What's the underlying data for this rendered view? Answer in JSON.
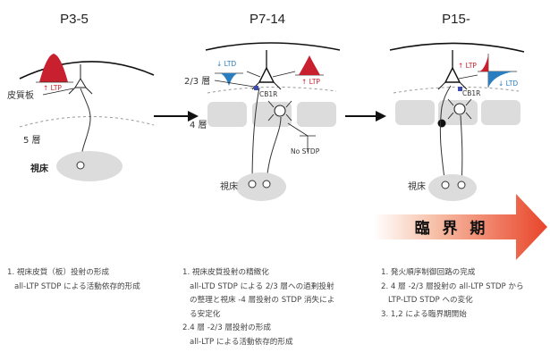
{
  "stages": [
    {
      "title": "P3-5",
      "labels": {
        "cortex_plate": "皮質板",
        "layer5": "5 層",
        "thalamus": "視床",
        "ltp": "↑ LTP"
      }
    },
    {
      "title": "P7-14",
      "labels": {
        "layer23": "2/3 層",
        "layer4": "4 層",
        "cb1r": "CB1R",
        "ltd": "↓ LTD",
        "ltp": "↑ LTP",
        "no_stdp": "No STDP",
        "thalamus": "視床"
      }
    },
    {
      "title": "P15-",
      "labels": {
        "cb1r": "CB1R",
        "ltp": "↑ LTP",
        "ltd": "↓ LTD",
        "thalamus": "視床"
      }
    }
  ],
  "critical_period": {
    "label": "臨 界 期",
    "color": "#e8452a"
  },
  "colors": {
    "ltp": "#c8202f",
    "ltd": "#2a7ec0",
    "layer4_block": "#dcdcdc",
    "thalamus": "#dcdcdc"
  },
  "notes": [
    [
      "1. 視床皮質（板）投射の形成",
      "all-LTP STDP による活動依存的形成"
    ],
    [
      "1. 視床皮質投射の精緻化",
      "all-LTD STDP による 2/3 層への過剰投射",
      "の整理と視床 -4 層投射の STDP 消失によ",
      "る安定化",
      "2.4 層 -2/3 層投射の形成",
      "all-LTP による活動依存的形成"
    ],
    [
      "1. 発火順序制御回路の完成",
      "2. 4 層 -2/3 層投射の all-LTP STDP から",
      "LTP-LTD STDP への変化",
      "3. 1,2 による臨界期開始"
    ]
  ]
}
